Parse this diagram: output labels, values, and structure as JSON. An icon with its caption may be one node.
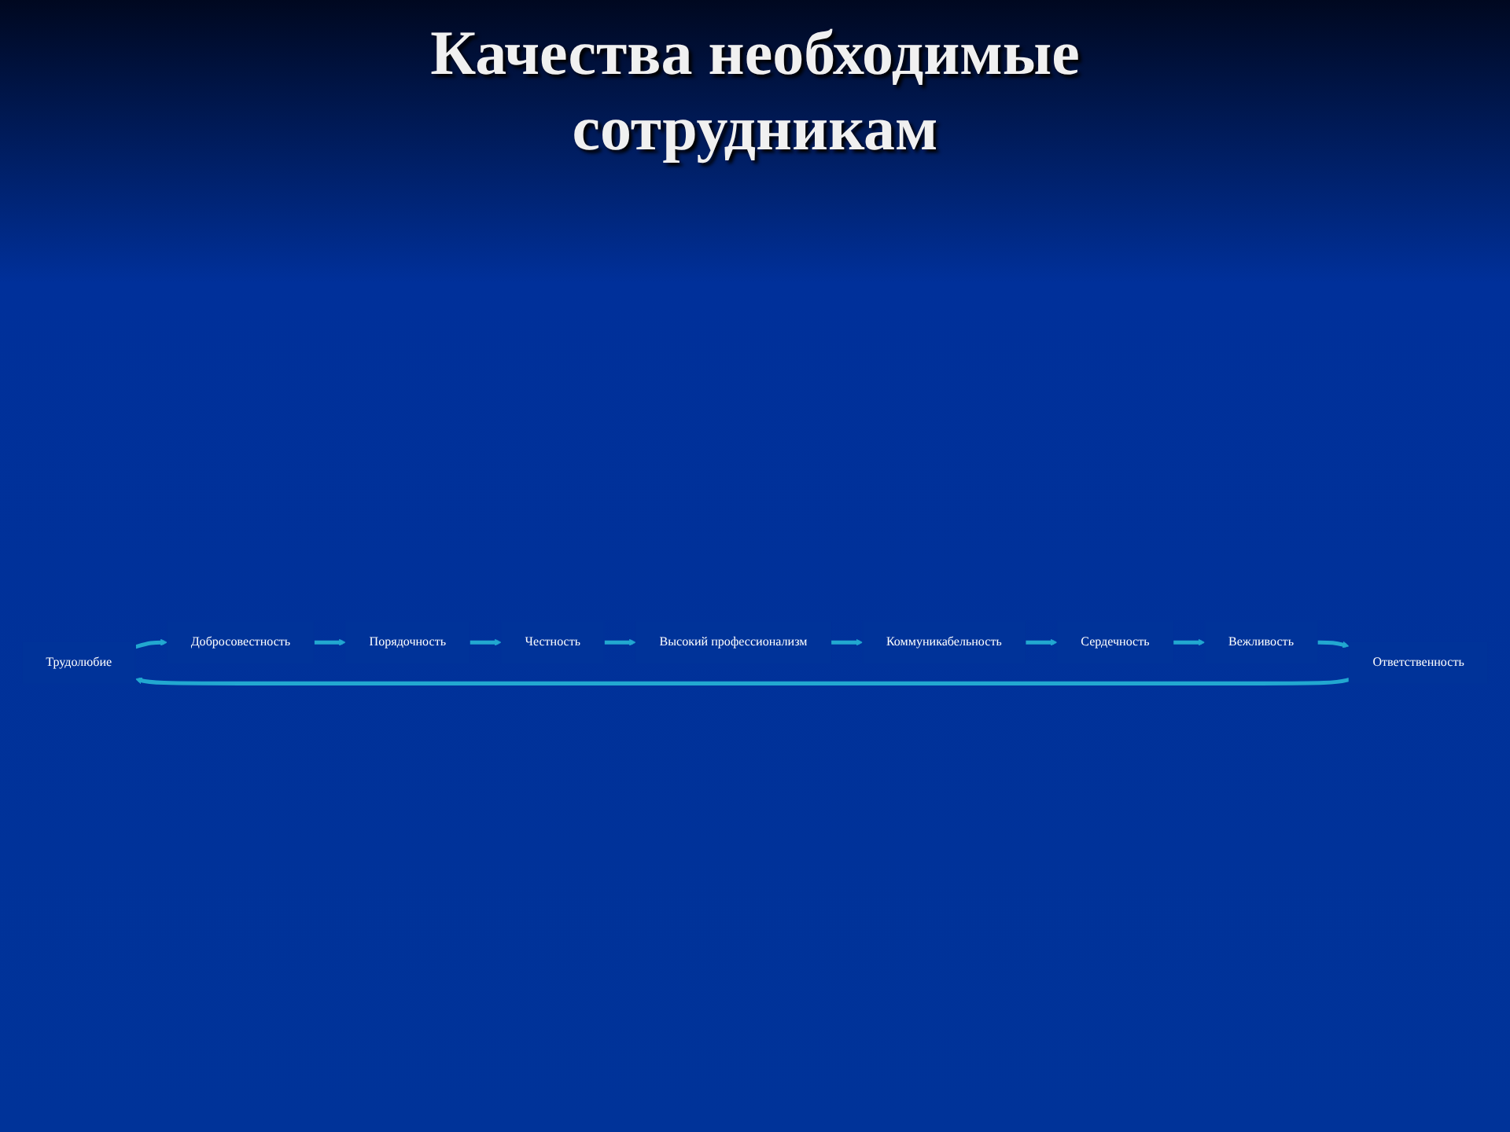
{
  "diagram": {
    "title": "Качества необходимые сотрудникам",
    "nodes": [
      {
        "text": [
          "Трудолюбие"
        ]
      },
      {
        "text": [
          "Добросовестность"
        ]
      },
      {
        "text": [
          "Порядочность"
        ]
      },
      {
        "text": [
          "Честность"
        ]
      },
      {
        "text": [
          "Высокий профессионализм"
        ]
      },
      {
        "text": [
          "Коммуникабельность"
        ]
      },
      {
        "text": [
          "Сердечность"
        ]
      },
      {
        "text": [
          "Вежливость"
        ]
      },
      {
        "text": [
          "Ответственность"
        ]
      }
    ],
    "edges": [
      {
        "from": 0,
        "to": 1,
        "arrow": "to"
      },
      {
        "from": 1,
        "to": 2,
        "arrow": "to"
      },
      {
        "from": 2,
        "to": 3,
        "arrow": "to"
      },
      {
        "from": 3,
        "to": 4,
        "arrow": "to"
      },
      {
        "from": 4,
        "to": 5,
        "arrow": "to"
      },
      {
        "from": 5,
        "to": 6,
        "arrow": "to"
      },
      {
        "from": 6,
        "to": 7,
        "arrow": "to"
      },
      {
        "from": 7,
        "to": 8,
        "arrow": "to"
      },
      {
        "from": 8,
        "to": 0,
        "arrow": "to"
      }
    ]
  }
}
